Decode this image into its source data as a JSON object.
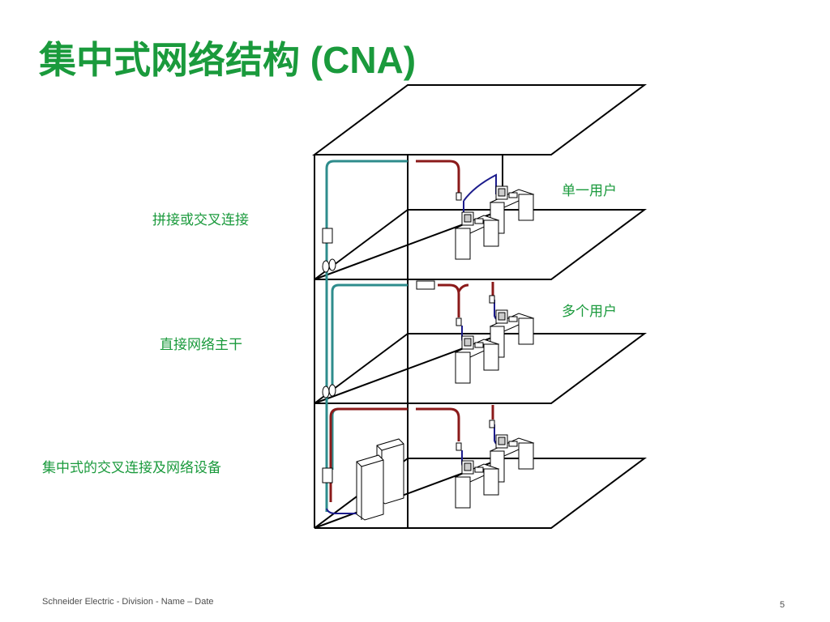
{
  "slide": {
    "title": "集中式网络结构 (CNA)",
    "page_number": "5",
    "footer": "Schneider Electric - Division - Name – Date"
  },
  "colors": {
    "title_green": "#1a9a3c",
    "label_green": "#1a9a3c",
    "backbone_teal": "#2e8c8c",
    "horizontal_red": "#8b1a1a",
    "drop_blue": "#1c1c8c",
    "outline": "#000000"
  },
  "labels": {
    "cross_connect": "拼接或交叉连接",
    "direct_backbone": "直接网络主干",
    "central_equipment": "集中式的交叉连接及网络设备",
    "single_user": "单一用户",
    "multi_user": "多个用户"
  },
  "floors": [
    {
      "name": "top",
      "users": 2
    },
    {
      "name": "middle",
      "users": 2
    },
    {
      "name": "bottom",
      "users": 2
    }
  ]
}
